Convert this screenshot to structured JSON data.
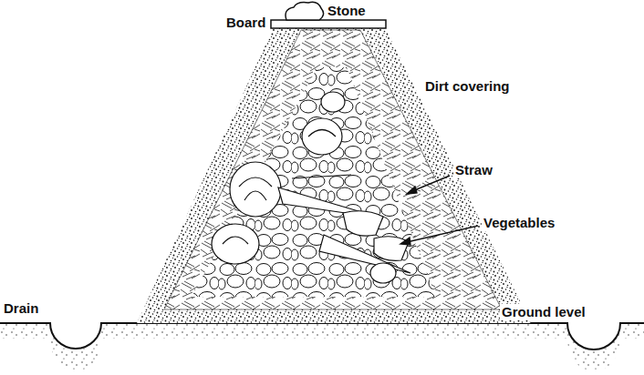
{
  "diagram": {
    "labels": [
      "Stone",
      "Board",
      "Dirt covering",
      "Straw",
      "Vegetables",
      "Drain",
      "Ground level"
    ]
  }
}
